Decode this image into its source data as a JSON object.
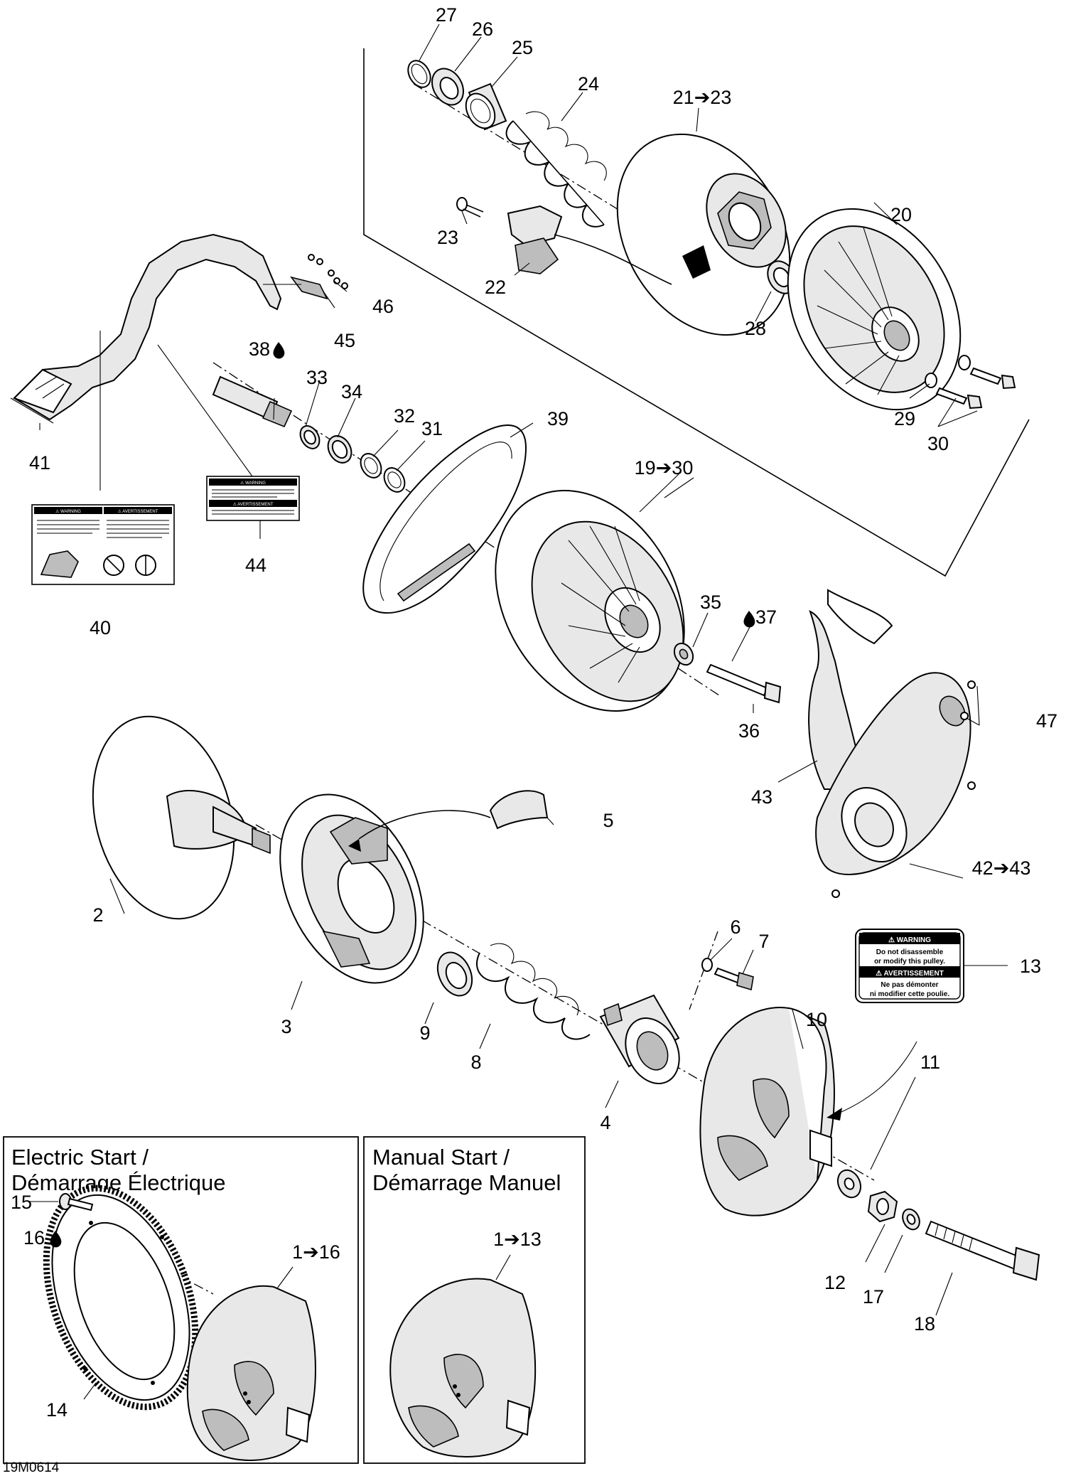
{
  "diagram_code": "19M0614",
  "inset_boxes": {
    "electric": {
      "line1": "Electric Start /",
      "line2": "Démarrage Électrique"
    },
    "manual": {
      "line1": "Manual Start /",
      "line2": "Démarrage Manuel"
    }
  },
  "callouts": {
    "c1_16": "1➔16",
    "c1_13": "1➔13",
    "c2": "2",
    "c3": "3",
    "c4": "4",
    "c5": "5",
    "c6": "6",
    "c7": "7",
    "c8": "8",
    "c9": "9",
    "c10": "10",
    "c11": "11",
    "c12": "12",
    "c13": "13",
    "c14": "14",
    "c15": "15",
    "c16": "16",
    "c17": "17",
    "c18": "18",
    "c19_30": "19➔30",
    "c20": "20",
    "c21_23": "21➔23",
    "c22": "22",
    "c23": "23",
    "c24": "24",
    "c25": "25",
    "c26": "26",
    "c27": "27",
    "c28": "28",
    "c29": "29",
    "c30": "30",
    "c31": "31",
    "c32": "32",
    "c33": "33",
    "c34": "34",
    "c35": "35",
    "c36": "36",
    "c37": "37",
    "c38": "38",
    "c39": "39",
    "c40": "40",
    "c41": "41",
    "c42_43": "42➔43",
    "c43": "43",
    "c44": "44",
    "c45": "45",
    "c46": "46",
    "c47": "47"
  },
  "warning_label_13": {
    "title": "⚠ WARNING",
    "line1": "Do not disassemble",
    "line2": "or modify this pulley.",
    "title_fr": "⚠ AVERTISSEMENT",
    "line3": "Ne pas démonter",
    "line4": "ni modifier cette poulie."
  },
  "warning_label_44": {
    "title": "⚠ WARNING",
    "title_fr": "⚠ AVERTISSEMENT"
  },
  "warning_label_40": {
    "title": "⚠ WARNING",
    "title_fr": "⚠ AVERTISSEMENT"
  },
  "icons": {
    "loctite": "drop-icon",
    "arrow": "right-arrow"
  }
}
